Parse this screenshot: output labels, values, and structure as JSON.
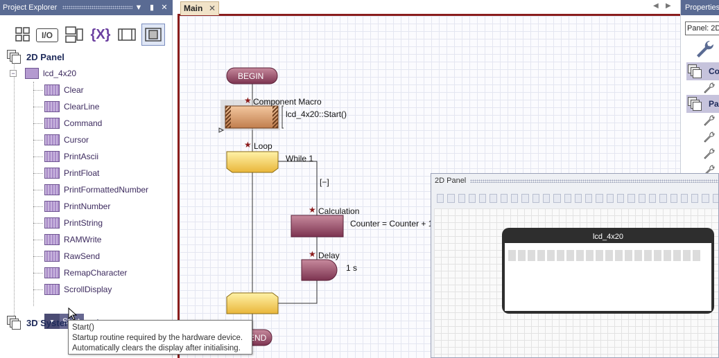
{
  "project_explorer": {
    "title": "Project Explorer",
    "buttons": [
      "▼",
      "▮",
      "✕"
    ],
    "toolbar_icons": [
      "components-grid-icon",
      "io-icon",
      "panel-window-icon",
      "variables-icon",
      "macro-icon",
      "component-view-icon"
    ],
    "toolbar_io_label": "I/O",
    "toolbar_var_label": "{X}",
    "panel2d_label": "2D Panel",
    "component_label": "lcd_4x20",
    "macros": [
      "Clear",
      "ClearLine",
      "Command",
      "Cursor",
      "PrintAscii",
      "PrintFloat",
      "PrintFormattedNumber",
      "PrintNumber",
      "PrintString",
      "RAMWrite",
      "RawSend",
      "RemapCharacter",
      "ScrollDisplay"
    ],
    "selected_macro": "Start",
    "system_label": "3D System Panel"
  },
  "tooltip": {
    "line1": "Start()",
    "line2": "Startup routine required by the hardware device.",
    "line3": "Automatically clears the display after initialising."
  },
  "main_tab": {
    "label": "Main",
    "close": "✕",
    "prev": "◀",
    "next": "▶"
  },
  "flowchart": {
    "begin": "BEGIN",
    "end": "END",
    "macro_label": "Component Macro",
    "macro_call": "lcd_4x20::Start()",
    "loop_label": "Loop",
    "loop_cond": "While 1",
    "collapse": "[−]",
    "calc_label": "Calculation",
    "calc_expr": "Counter = Counter + 1",
    "delay_label": "Delay",
    "delay_value": "1 s",
    "star": "★"
  },
  "properties": {
    "title": "Properties",
    "field_value": "Panel: 2D",
    "cat1": "Co",
    "cat2": "Pa"
  },
  "panel2d": {
    "title": "2D Panel",
    "lcd_title": "lcd_4x20"
  }
}
